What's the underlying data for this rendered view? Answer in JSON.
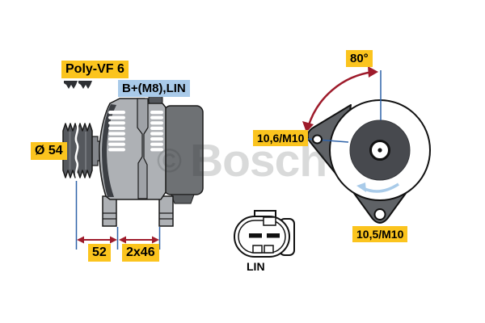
{
  "watermark": {
    "symbol": "©",
    "name": "Bosch"
  },
  "side_view": {
    "belt_type": "Poly-VF 6",
    "terminals": "B+(M8),LIN",
    "pulley_diameter": "Ø 54",
    "dim_pulley_offset": "52",
    "dim_mount_spacing": "2x46"
  },
  "front_view": {
    "swivel_angle": "80°",
    "mount_hole_top": "10,6/M10",
    "mount_hole_bottom": "10,5/M10"
  },
  "connector": {
    "type": "LIN"
  },
  "colors": {
    "label_yellow": "#fbc41e",
    "label_blue": "#a9cae9",
    "dimension_blue": "#2e62a8",
    "dimension_red": "#9e1b2b",
    "rotation_arrow_blue": "#a9cbe9"
  }
}
